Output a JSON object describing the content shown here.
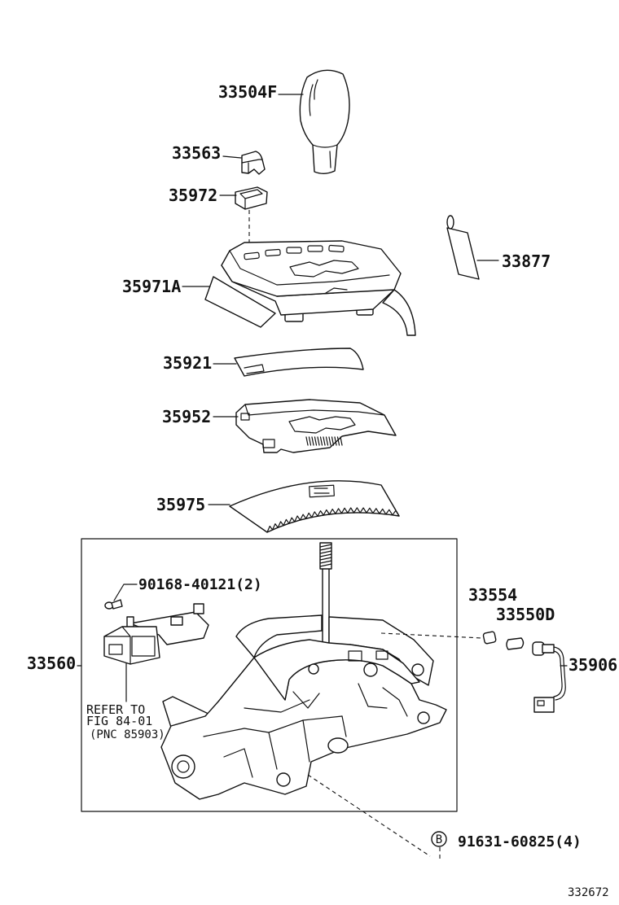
{
  "callouts": [
    "33504F",
    "33563",
    "35972",
    "33877",
    "35971A",
    "35921",
    "35952",
    "35975",
    "33560",
    "33554",
    "33550D",
    "35906"
  ],
  "fasteners": {
    "screw_callout": "90168-40121(2)",
    "bolt_badge": "B",
    "bolt_callout": "91631-60825(4)"
  },
  "reference_note": [
    "REFER TO",
    "FIG 84-01",
    "(PNC 85903)"
  ],
  "illustration_number": "332672",
  "colors": {
    "line": "#111111",
    "background": "#ffffff"
  }
}
